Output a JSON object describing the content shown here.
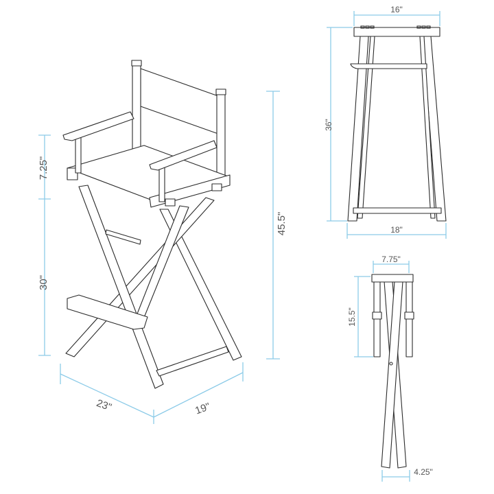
{
  "colors": {
    "dimension_line": "#8ccbe8",
    "outline": "#2a2a2a",
    "label": "#555555"
  },
  "perspective_view": {
    "arm_height": "7.25\"",
    "seat_height": "30\"",
    "total_height": "45.5\"",
    "depth": "23\"",
    "width": "19\""
  },
  "front_view": {
    "top_width": "16\"",
    "height": "36\"",
    "base_width": "18\""
  },
  "folded_view": {
    "folded_width": "7.75\"",
    "folded_height": "15.5\"",
    "folded_base": "4.25\""
  }
}
